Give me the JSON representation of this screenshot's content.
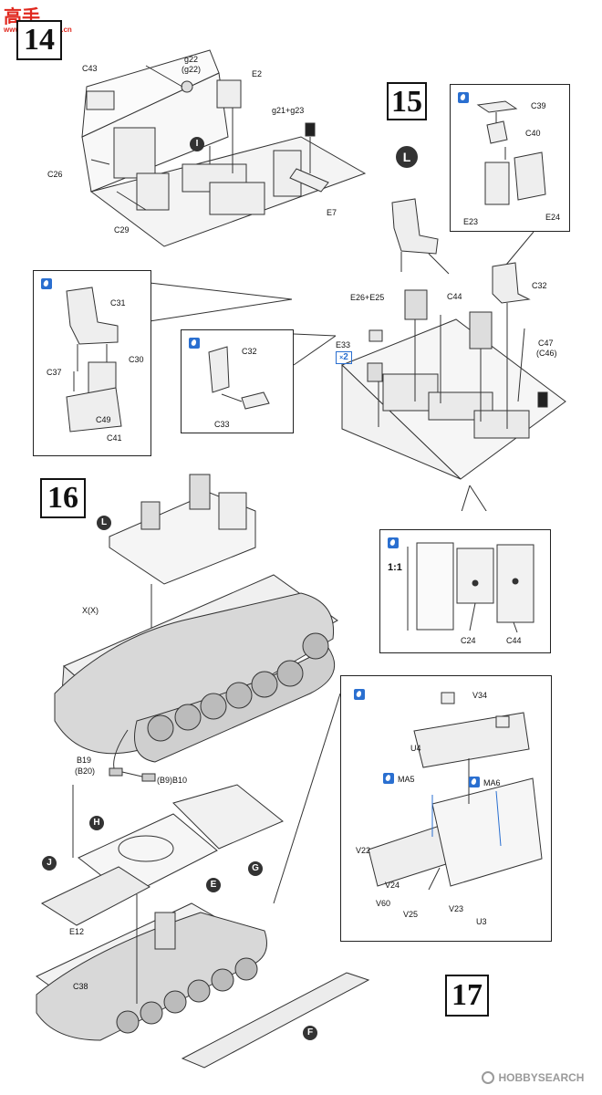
{
  "watermark_top": {
    "line1": "高手",
    "line2": "www.gshoo.com.cn"
  },
  "watermark_bottom": "HOBBYSEARCH",
  "steps": {
    "s14": "14",
    "s15": "15",
    "s16": "16",
    "s17": "17"
  },
  "step14": {
    "labels": [
      "C43",
      "g22",
      "(g22)",
      "E2",
      "g21+g23",
      "C26",
      "C29",
      "E7"
    ],
    "subassembly": "I"
  },
  "step15": {
    "marker": "L",
    "labels": [
      "E26+E25",
      "C44",
      "C32",
      "E33",
      "C47",
      "(C46)"
    ],
    "qty": "2",
    "detail_a": {
      "labels": [
        "C39",
        "C40",
        "E23",
        "E24"
      ]
    },
    "detail_b": {
      "labels": [
        "C31",
        "C37",
        "C30",
        "C49",
        "C41"
      ]
    },
    "detail_c": {
      "labels": [
        "C32",
        "C33"
      ]
    },
    "detail_d": {
      "scale": "1:1",
      "labels": [
        "C24",
        "C44"
      ]
    }
  },
  "step16": {
    "marker": "L",
    "labels": [
      "X(X)",
      "B19",
      "(B20)",
      "(B9)B10"
    ]
  },
  "step17": {
    "markers": [
      "H",
      "G",
      "J",
      "E",
      "F"
    ],
    "labels": [
      "E12",
      "C38"
    ],
    "detail": {
      "labels": [
        "V34",
        "U4",
        "MA5",
        "MA6",
        "V22",
        "V24",
        "V60",
        "V25",
        "V23",
        "U3"
      ]
    }
  },
  "colors": {
    "paint_icon": "#2a6fd0",
    "watermark_red": "#e0281e",
    "watermark_dark": "#9a9a9a"
  }
}
